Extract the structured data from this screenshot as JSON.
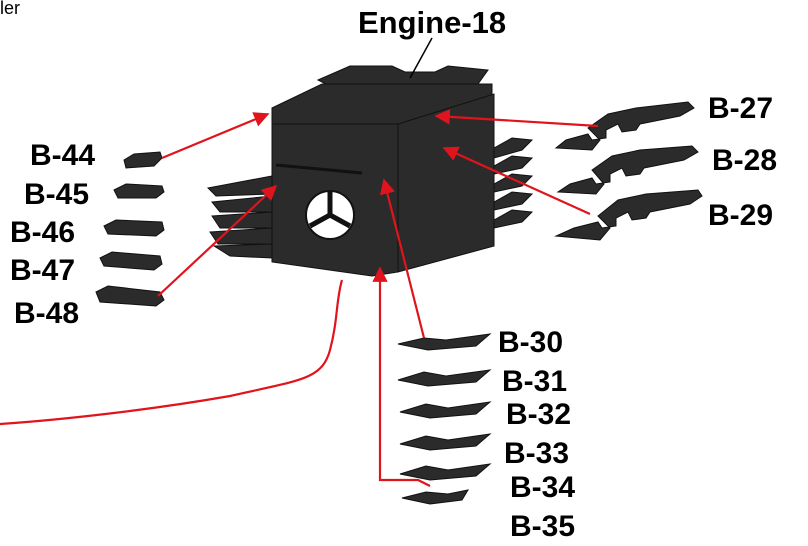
{
  "diagram": {
    "corner_text": "ler",
    "engine_label": "Engine-18",
    "left_labels": [
      "B-44",
      "B-45",
      "B-46",
      "B-47",
      "B-48"
    ],
    "right_labels": [
      "B-27",
      "B-28",
      "B-29"
    ],
    "bottom_labels": [
      "B-30",
      "B-31",
      "B-32",
      "B-33",
      "B-34",
      "B-35"
    ],
    "colors": {
      "part": "#2b2b2b",
      "connector": "#e0141c",
      "text": "#000000"
    }
  }
}
